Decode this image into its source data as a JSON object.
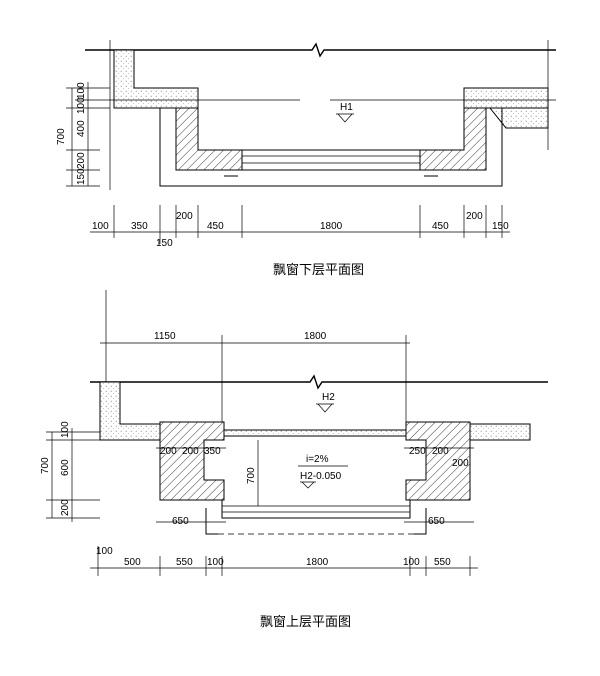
{
  "lower_plan": {
    "title": "飘窗下层平面图",
    "level_label": "H1",
    "vertical_dims": [
      "700",
      "100",
      "100",
      "400",
      "200",
      "150"
    ],
    "horizontal_dims": [
      "100",
      "350",
      "150",
      "200",
      "450",
      "1800",
      "450",
      "200",
      "150"
    ]
  },
  "upper_plan": {
    "title": "飘窗上层平面图",
    "level_label": "H2",
    "slope_label": "i=2%",
    "level_label_2": "H2-0.050",
    "top_dims": [
      "1150",
      "1800"
    ],
    "vertical_dims": [
      "700",
      "100",
      "600",
      "200",
      "100"
    ],
    "inner_dims": [
      "200",
      "200",
      "350",
      "700",
      "250",
      "200",
      "200",
      "650",
      "650"
    ],
    "bottom_dims": [
      "500",
      "550",
      "100",
      "1800",
      "100",
      "550"
    ]
  }
}
